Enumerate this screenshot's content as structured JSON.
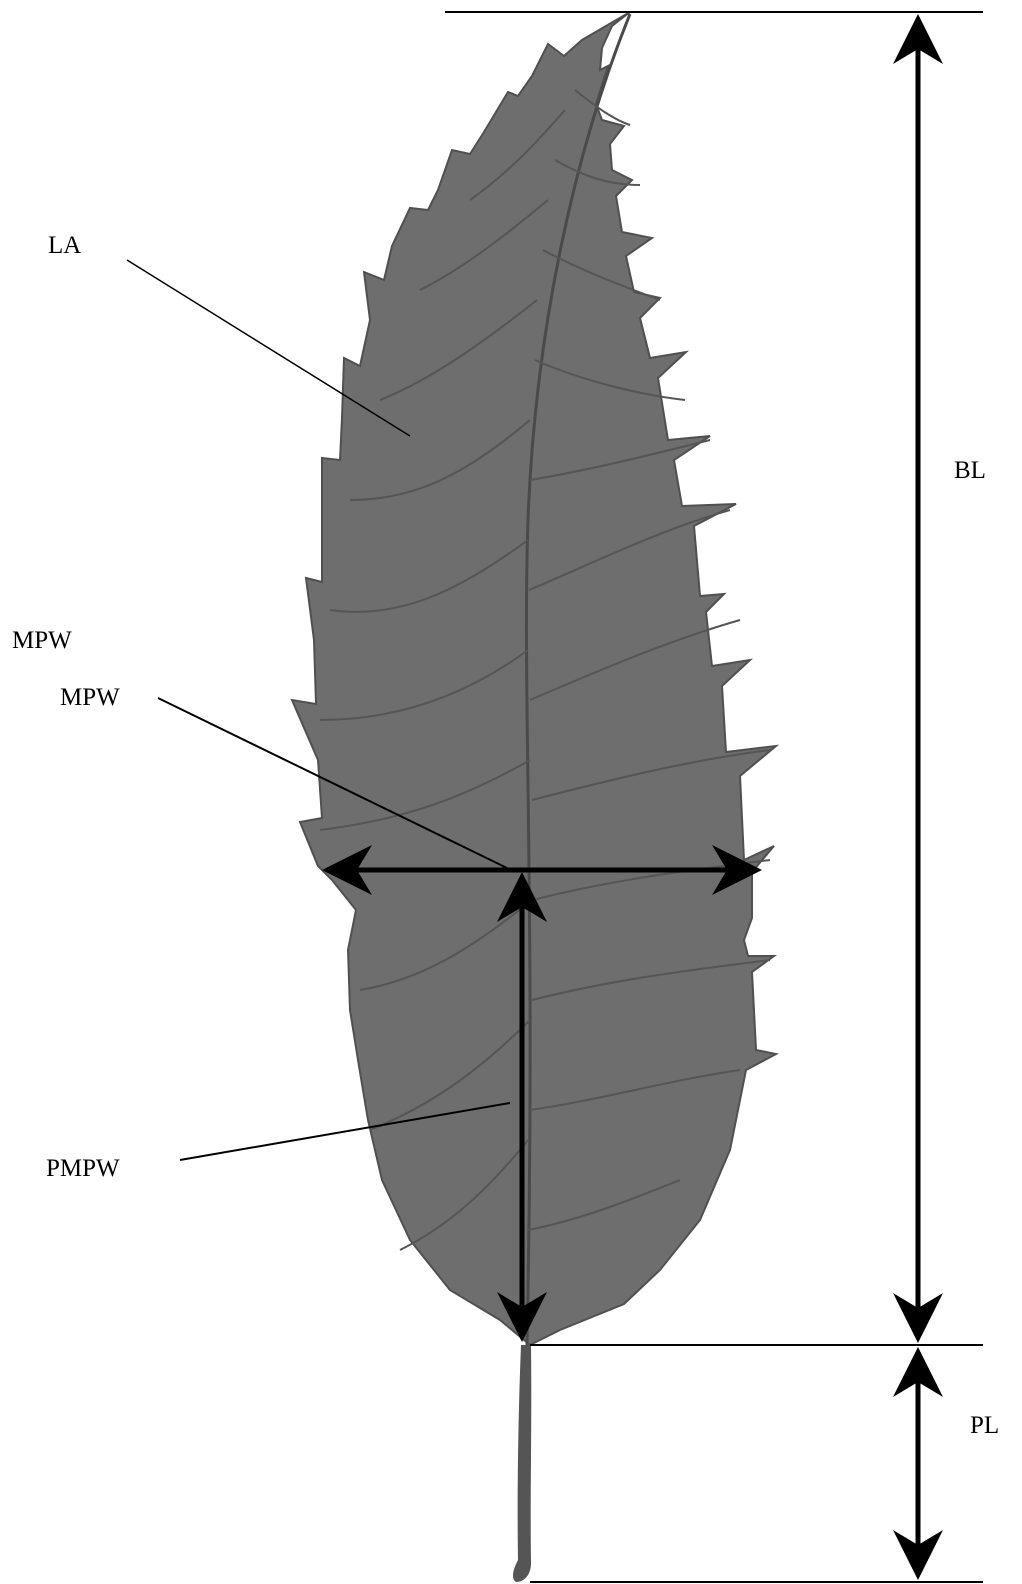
{
  "labels": {
    "la": "LA",
    "mpw_outer": "MPW",
    "mpw": "MPW",
    "pmpw": "PMPW",
    "bl": "BL",
    "pl": "PL"
  },
  "colors": {
    "leaf": "#6e6e6e",
    "leaf_edge": "#505050",
    "vein": "#4a4a4a",
    "ink": "#000000",
    "background": "#ffffff"
  }
}
